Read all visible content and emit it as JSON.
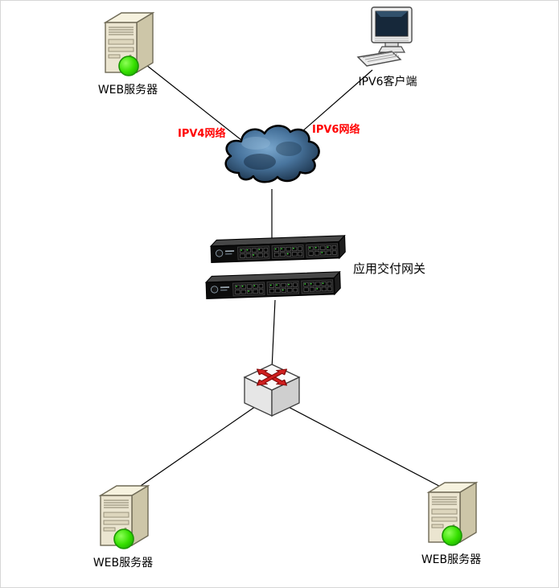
{
  "diagram": {
    "background": "#FFFFFF",
    "nodes": {
      "web_server_top": {
        "label": "WEB服务器",
        "type": "server-tower",
        "status_led": "green"
      },
      "ipv6_client": {
        "label": "IPV6客户端",
        "type": "desktop-computer"
      },
      "internet_cloud": {
        "type": "network-cloud"
      },
      "gateway": {
        "label": "应用交付网关",
        "type": "rack-appliance-stack",
        "unit_count": 2
      },
      "lan_switch": {
        "type": "switch"
      },
      "web_server_left": {
        "label": "WEB服务器",
        "type": "server-tower",
        "status_led": "green"
      },
      "web_server_right": {
        "label": "WEB服务器",
        "type": "server-tower",
        "status_led": "green"
      }
    },
    "link_labels": {
      "ipv4": {
        "label": "IPV4网络",
        "color": "#FF0000"
      },
      "ipv6": {
        "label": "IPV6网络",
        "color": "#FF0000"
      }
    },
    "colors": {
      "node_label": "#000000",
      "link_label": "#FF0000",
      "status_green": "#36E000",
      "line": "#000000"
    }
  }
}
